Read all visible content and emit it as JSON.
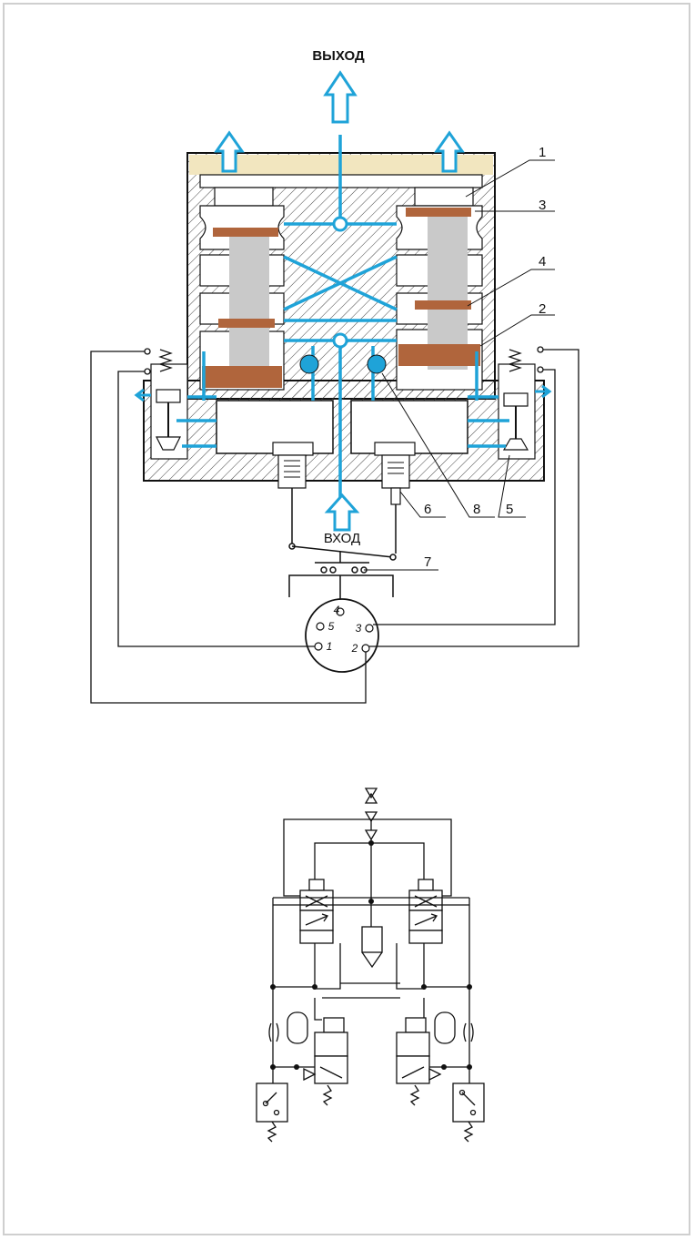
{
  "diagram": {
    "top": {
      "labels": {
        "output": "ВЫХОД",
        "input": "ВХОД"
      },
      "callouts": [
        "1",
        "2",
        "3",
        "4",
        "5",
        "6",
        "7",
        "8"
      ],
      "connector_pins": [
        "4",
        "5",
        "3",
        "1",
        "2"
      ]
    },
    "colors": {
      "flow_blue": "#1fa3d8",
      "copper": "#b0653c",
      "rod_gray": "#c9c9c9",
      "top_strip": "#f2e6bf",
      "line_black": "#111111",
      "valve_blue": "#1fa3d8"
    }
  }
}
